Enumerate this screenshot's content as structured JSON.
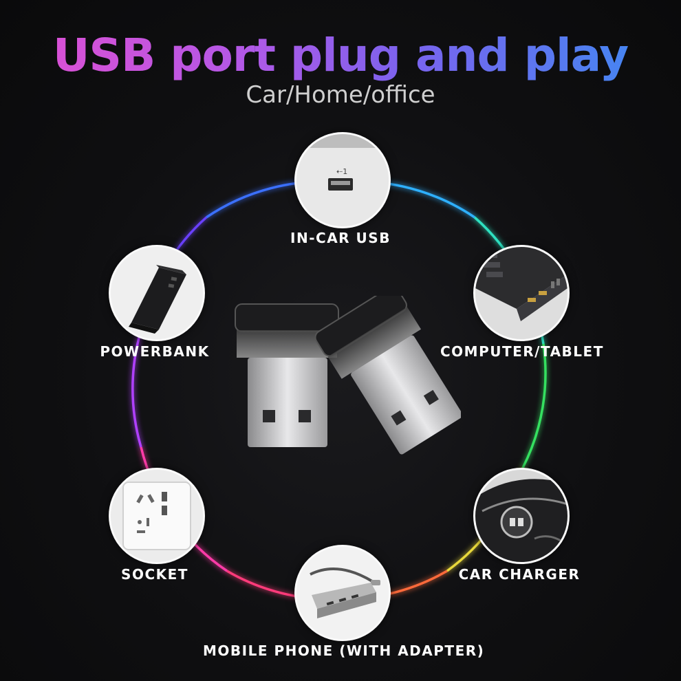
{
  "header": {
    "title": "USB port plug and play",
    "subtitle": "Car/Home/office"
  },
  "nodes": [
    {
      "label": "IN-CAR USB",
      "icon": "car-usb-port-icon"
    },
    {
      "label": "COMPUTER/TABLET",
      "icon": "laptop-ports-icon"
    },
    {
      "label": "CAR CHARGER",
      "icon": "car-charger-icon"
    },
    {
      "label": "MOBILE PHONE (WITH ADAPTER)",
      "icon": "usb-hub-adapter-icon"
    },
    {
      "label": "SOCKET",
      "icon": "wall-socket-icon"
    },
    {
      "label": "POWERBANK",
      "icon": "powerbank-icon"
    }
  ],
  "product": {
    "icon": "usb-led-light-icon"
  },
  "colors": {
    "ring": [
      "#2fa8ff",
      "#30e070",
      "#e8d83a",
      "#ff6a3a",
      "#ff3a9a",
      "#b040ff",
      "#3a60ff"
    ],
    "title_gradient": [
      "#e24fd0",
      "#3b8cf2"
    ]
  }
}
